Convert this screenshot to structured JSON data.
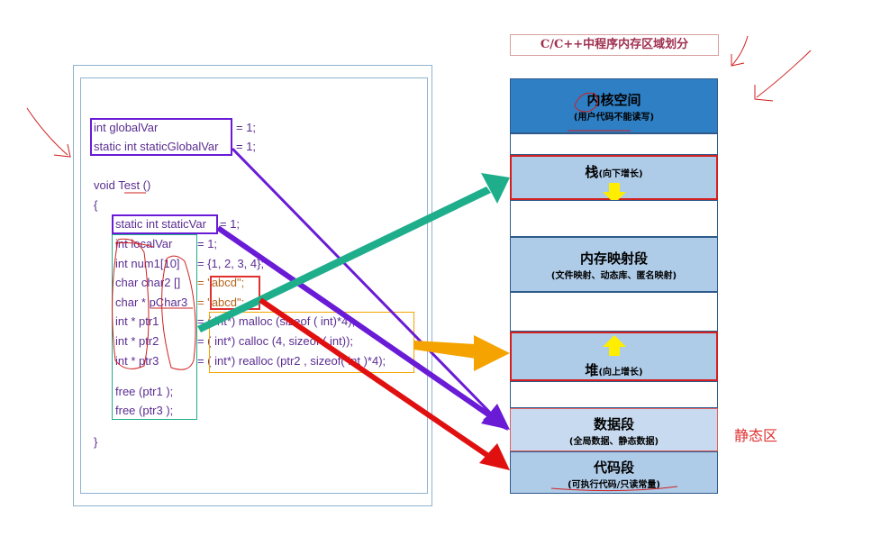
{
  "title": "C/C++中程序内存区域划分",
  "static_region_label": "静态区",
  "code_lines": {
    "l1": "int globalVar",
    "l1r": "= 1;",
    "l2": "static int staticGlobalVar",
    "l2r": "= 1;",
    "l3": "void Test ()",
    "l4": "{",
    "l5": "static int staticVar",
    "l5r": "= 1;",
    "l6": "int localVar",
    "l6r": "= 1;",
    "l7": "int num1[10]",
    "l7r": "= {1, 2, 3, 4};",
    "l8": "char char2 []",
    "l8r": "= \"abcd\";",
    "l9": "char * pChar3",
    "l9r": "= \"abcd\";",
    "l10": "int * ptr1",
    "l10r": "= ( int*) malloc (sizeof ( int)*4);",
    "l11": "int * ptr2",
    "l11r": "= ( int*) calloc (4, sizeof ( int));",
    "l12": "int * ptr3",
    "l12r": "= ( int*) realloc (ptr2 , sizeof( int )*4);",
    "l13": "free (ptr1 );",
    "l14": "free (ptr3 );",
    "l15": "}"
  },
  "segments": [
    {
      "title": "内核空间",
      "sub": "(用户代码不能读写)",
      "color": "#2e7fc4"
    },
    {
      "title": "栈",
      "sub": "(向下增长)",
      "color": "#aecbe8"
    },
    {
      "title": "内存映射段",
      "sub": "(文件映射、动态库、匿名映射)",
      "color": "#aecbe8"
    },
    {
      "title": "堆",
      "sub": "(向上增长)",
      "color": "#aecbe8"
    },
    {
      "title": "数据段",
      "sub": "(全局数据、静态数据)",
      "color": "#c7daef"
    },
    {
      "title": "代码段",
      "sub": "(可执行代码/只读常量)",
      "color": "#aecbe8"
    }
  ],
  "colors": {
    "purple": "#6a1bd6",
    "teal": "#1fae8c",
    "orange": "#f5a300",
    "red": "#e01010",
    "highlight_red": "#d42020",
    "yellow_arrow": "#ffee00"
  }
}
